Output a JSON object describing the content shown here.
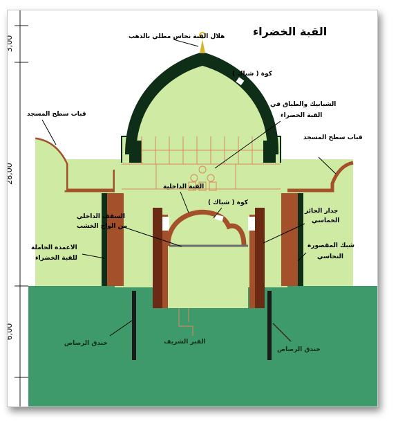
{
  "title": "القبة الخضراء",
  "scale": {
    "top": "3,00",
    "middle": "28,00",
    "bottom": "6,00"
  },
  "labels": {
    "crescent": "هلال القبة نحاس مطلي بالذهب",
    "window_top": "كوة ( شباك )",
    "windows_arches_1": "الشبابيك والطياق في",
    "windows_arches_2": "القبة الخضراء",
    "roof_domes_left": "قباب سطح المسجد",
    "roof_domes_right": "قباب سطح المسجد",
    "inner_dome": "القبة الداخلية",
    "window_inner": "كوة ( شباك )",
    "inner_ceiling_1": "السقف الداخلي",
    "inner_ceiling_2": "من الواح الخشب",
    "pentagonal_wall_1": "جدار الحائز",
    "pentagonal_wall_2": "الخماسي",
    "columns_1": "الاعمدة الحاملة",
    "columns_2": "للقبة الخضراء",
    "brass_screen_1": "شبك المقصورة",
    "brass_screen_2": "النحاسي",
    "lead_trench_left": "خندق الرصاص",
    "lead_trench_right": "خندق الرصاص",
    "noble_grave": "القبر الشريف"
  },
  "colors": {
    "light_green": "#cfeaa3",
    "ground_green": "#3e9a6a",
    "dark_green": "#0e2e17",
    "brown": "#a3502b",
    "dark_brown": "#6b2a14",
    "grid_line": "#d98a5a"
  }
}
